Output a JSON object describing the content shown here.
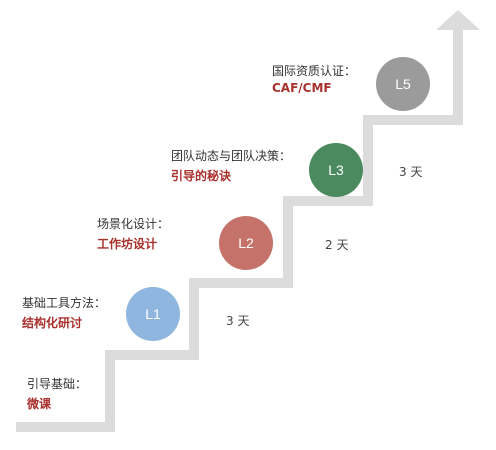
{
  "colors": {
    "stair": "#dcdcdc",
    "accent_text": "#a8312e",
    "l1": "#8fb6de",
    "l2": "#c5726a",
    "l3": "#4a8a5e",
    "l5": "#9b9b9b"
  },
  "stages": [
    {
      "title": "引导基础：",
      "subtitle": "微课"
    },
    {
      "title": "基础工具方法：",
      "subtitle": "结构化研讨",
      "level": "L1"
    },
    {
      "title": "场景化设计：",
      "subtitle": "工作坊设计",
      "level": "L2"
    },
    {
      "title": "团队动态与团队决策：",
      "subtitle": "引导的秘诀",
      "level": "L3"
    },
    {
      "title": "国际资质认证：",
      "subtitle": "CAF/CMF",
      "level": "L5"
    }
  ],
  "durations": [
    "3 天",
    "2 天",
    "3 天"
  ]
}
